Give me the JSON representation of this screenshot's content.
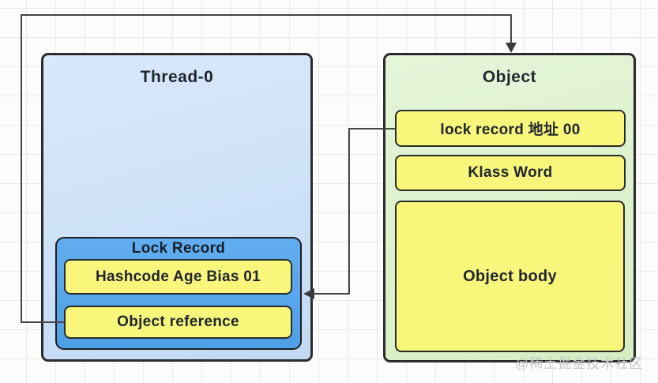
{
  "diagram": {
    "thread_box": {
      "title": "Thread-0",
      "lock_record": {
        "title": "Lock Record",
        "rows": [
          {
            "label": "Hashcode Age Bias 01"
          },
          {
            "label": "Object reference"
          }
        ]
      }
    },
    "object_box": {
      "title": "Object",
      "rows": [
        {
          "label": "lock record 地址 00"
        },
        {
          "label": "Klass Word"
        },
        {
          "label": "Object body"
        }
      ]
    },
    "connectors": [
      {
        "from": "Object reference",
        "to": "Object",
        "arrow_direction": "down"
      },
      {
        "from": "lock record 地址 00",
        "to": "Lock Record",
        "arrow_direction": "left"
      }
    ]
  },
  "watermark": "@稀土掘金技术社区",
  "theme": {
    "thread_fill_top": "#d9e9fc",
    "thread_fill_bottom": "#c3daf4",
    "lockrec_fill_top": "#62adf0",
    "lockrec_fill_bottom": "#4f9fe6",
    "cell_fill": "#f9f67c",
    "object_fill_top": "#e5f5d9",
    "object_fill_bottom": "#d6eec4",
    "border_color": "#2b2b2b",
    "connector_color": "#454545",
    "grid_line": "#e9e9e9",
    "canvas_bg": "#fcfcfc",
    "text_color": "#21272e",
    "watermark_color": "#c7c7c7"
  }
}
